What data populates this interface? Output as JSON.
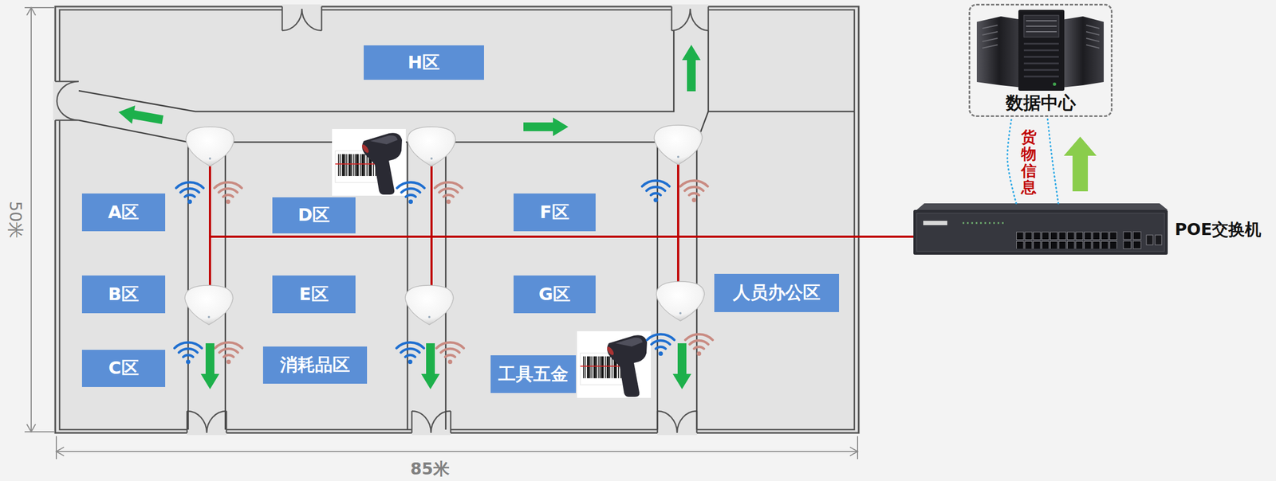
{
  "diagram": {
    "nodes": [
      {
        "text": [
          "H区"
        ]
      },
      {
        "text": [
          "数据中心"
        ]
      },
      {
        "text": [
          "A区"
        ]
      },
      {
        "text": [
          "D区"
        ]
      },
      {
        "text": [
          "F区"
        ]
      },
      {
        "text": [
          "POE交换机"
        ]
      },
      {
        "text": [
          "B区"
        ]
      },
      {
        "text": [
          "E区"
        ]
      },
      {
        "text": [
          "G区"
        ]
      },
      {
        "text": [
          "人员办公区"
        ]
      },
      {
        "text": [
          "C区"
        ]
      },
      {
        "text": [
          "消耗品区"
        ]
      },
      {
        "text": [
          "工具五金"
        ]
      }
    ],
    "edges": [
      {
        "from": 5,
        "to": 1,
        "arrow": "none",
        "label": "货物信息"
      },
      {
        "from": 5,
        "to": 1,
        "arrow": "none"
      }
    ],
    "labels": [
      "50米",
      "85米"
    ]
  }
}
